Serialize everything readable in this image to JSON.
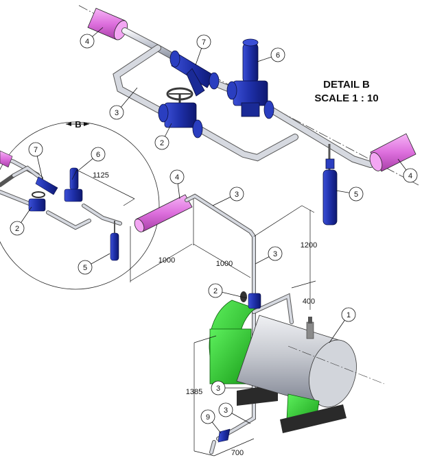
{
  "detail": {
    "title_line1": "DETAIL B",
    "title_line2": "SCALE 1 : 10",
    "callout_letter": "B"
  },
  "balloons": {
    "b1": "1",
    "b2a": "2",
    "b2b": "2",
    "b2c": "2",
    "b3a": "3",
    "b3b": "3",
    "b3c": "3",
    "b3d": "3",
    "b3e": "3",
    "b4a": "4",
    "b4b": "4",
    "b4c": "4",
    "b5a": "5",
    "b5b": "5",
    "b6a": "6",
    "b6b": "6",
    "b7a": "7",
    "b7b": "7",
    "b9": "9"
  },
  "dimensions": {
    "d1125": "1125",
    "d1000a": "1000",
    "d1000b": "1000",
    "d1200": "1200",
    "d400": "400",
    "d1385": "1385",
    "d700": "700"
  },
  "colors": {
    "pipe": "#c8ccd6",
    "valve": "#1c2fa8",
    "insulation": "#e07ae0",
    "tank": "#c9ccd2",
    "support": "#2fd02f",
    "line": "#111111"
  }
}
